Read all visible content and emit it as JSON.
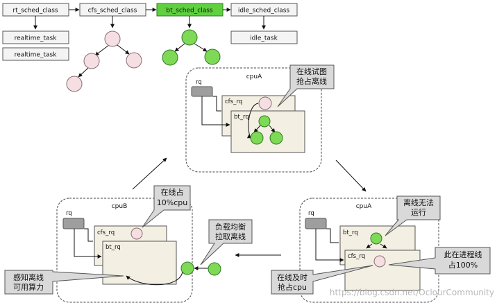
{
  "classes": {
    "rt": "rt_sched_class",
    "cfs": "cfs_sched_class",
    "bt": "bt_sched_class",
    "idle": "idle_sched_class"
  },
  "tasks": {
    "realtime_1": "realtime_task",
    "realtime_2": "realtime_task",
    "idle": "idle_task"
  },
  "cpuA_top": {
    "title": "cpuA",
    "rq": "rq",
    "cfs_rq": "cfs_rq",
    "bt_rq": "bt_rq",
    "callout_line1": "在线试图",
    "callout_line2": "抢占离线"
  },
  "cpuB": {
    "title": "cpuB",
    "rq": "rq",
    "cfs_rq": "cfs_rq",
    "bt_rq": "bt_rq",
    "callout_online_1": "在线占",
    "callout_online_2": "10%cpu",
    "callout_lb_1": "负载均衡",
    "callout_lb_2": "拉取离线",
    "callout_sense_1": "感知离线",
    "callout_sense_2": "可用算力"
  },
  "cpuA_right": {
    "title": "cpuA",
    "rq": "rq",
    "bt_rq": "bt_rq",
    "cfs_rq": "cfs_rq",
    "callout_offline_1": "离线无法",
    "callout_offline_2": "运行",
    "callout_proc_1": "此在进程线",
    "callout_proc_2": "占100%",
    "callout_preempt_1": "在线及时",
    "callout_preempt_2": "抢占cpu"
  },
  "watermark": "https://blog.csdn.net/OclourCommunity",
  "colors": {
    "green_fill": "#7ed957",
    "green_stroke": "#2f7a1f",
    "pink_fill": "#f6dfe3",
    "pink_stroke": "#8a6c70",
    "box_fill": "#f3f0e3",
    "callout_fill": "#d9d9d9",
    "bt_highlight": "#5fd13f"
  }
}
